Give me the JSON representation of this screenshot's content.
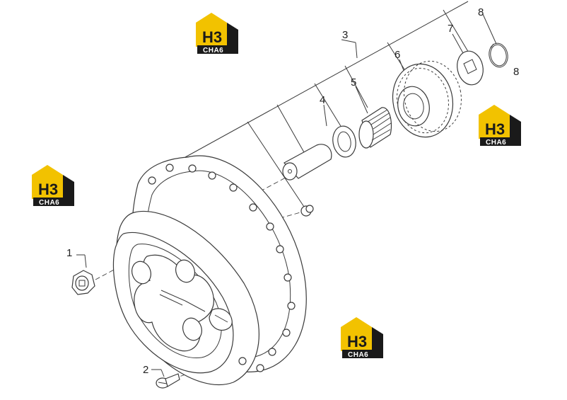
{
  "callouts": [
    {
      "id": "1",
      "text": "1"
    },
    {
      "id": "2",
      "text": "2"
    },
    {
      "id": "3",
      "text": "3"
    },
    {
      "id": "4",
      "text": "4"
    },
    {
      "id": "5",
      "text": "5"
    },
    {
      "id": "6",
      "text": "6"
    },
    {
      "id": "7",
      "text": "7"
    },
    {
      "id": "8a",
      "text": "8"
    },
    {
      "id": "8b",
      "text": "8"
    }
  ],
  "watermark": {
    "top": "H3",
    "bottom": "CHA6"
  },
  "colors": {
    "logo_accent": "#f2c200",
    "logo_dark": "#1a1a1a",
    "line": "#3a3a3a"
  }
}
